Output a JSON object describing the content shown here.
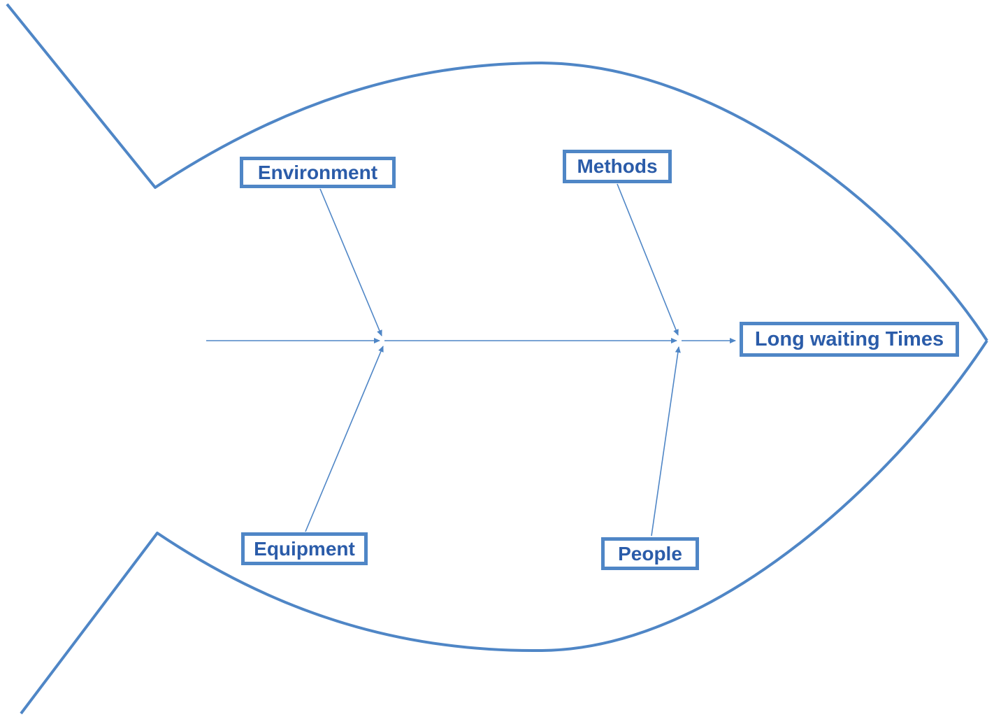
{
  "colors": {
    "accent": "#4f86c6",
    "text_blue": "#2b5ca9",
    "background": "#ffffff"
  },
  "diagram": {
    "type": "fishbone",
    "effect": {
      "label": "Long waiting Times"
    },
    "causes": [
      {
        "label": "Environment",
        "position": "top-left"
      },
      {
        "label": "Methods",
        "position": "top-right"
      },
      {
        "label": "Equipment",
        "position": "bottom-left"
      },
      {
        "label": "People",
        "position": "bottom-right"
      }
    ]
  }
}
